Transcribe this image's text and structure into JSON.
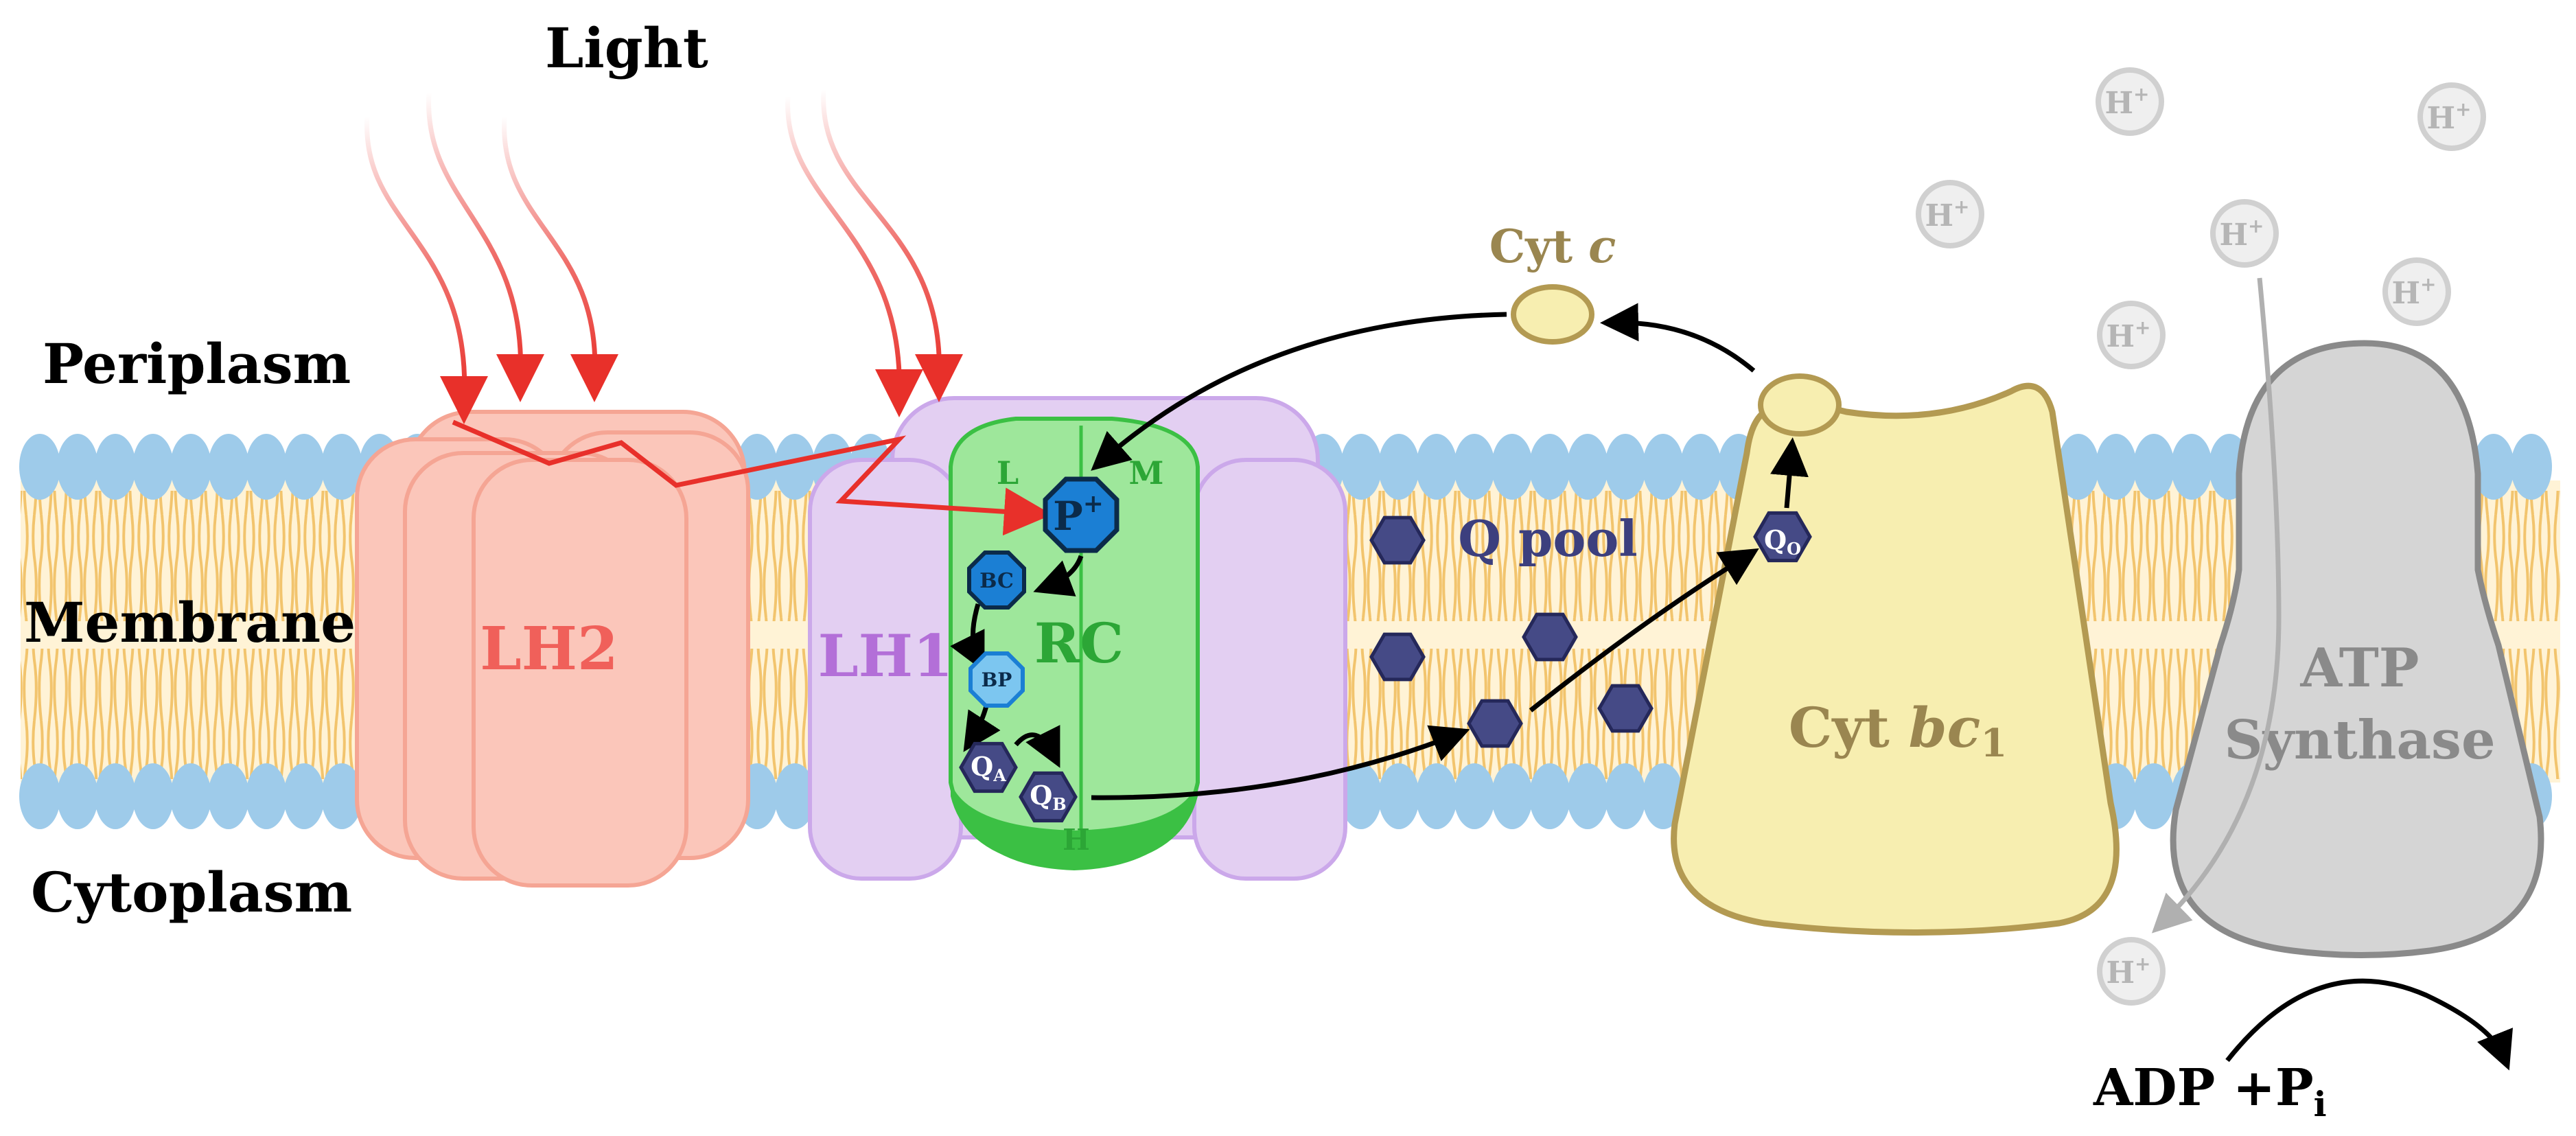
{
  "regions": {
    "light": "Light",
    "periplasm": "Periplasm",
    "membrane": "Membrane",
    "cytoplasm": "Cytoplasm"
  },
  "complexes": {
    "lh2": "LH2",
    "lh1": "LH1",
    "rc": "RC",
    "cyt_c_main": "Cyt ",
    "cyt_c_italic": "c",
    "cyt_bc1_main": "Cyt ",
    "cyt_bc1_italic": "bc",
    "cyt_bc1_sub": "1",
    "atp_line1": "ATP",
    "atp_line2": "Synthase"
  },
  "rc_labels": {
    "l": "L",
    "m": "M",
    "h": "H",
    "p_plus": "P",
    "p_plus_sup": "+",
    "bc": "BC",
    "bp": "BP",
    "qa": "Q",
    "qa_sub": "A",
    "qb": "Q",
    "qb_sub": "B",
    "qo": "Q",
    "qo_sub": "O"
  },
  "q_pool": "Q pool",
  "protons": {
    "label": "H",
    "sup": "+"
  },
  "atp_reaction": {
    "main": "ADP +P",
    "sub": "i"
  },
  "colors": {
    "lipid_head": "#9ecbea",
    "lipid_tail": "#f2c46d",
    "membrane_core": "#fff3d6",
    "lh2_fill": "#fbc6ba",
    "lh2_text": "#f0605a",
    "lh1_fill": "#e3cff2",
    "lh1_text": "#b36fd8",
    "rc_fill": "#9ee79b",
    "rc_text": "#2ca636",
    "light_arrow": "#e8302a",
    "cyt_fill": "#f7eeb0",
    "cyt_stroke": "#b39a52",
    "cyt_text": "#9a8650",
    "quinone": "#454a86",
    "atp_fill": "#d5d5d5",
    "atp_text": "#8a8a8a",
    "proton": "#d0d0d0"
  }
}
